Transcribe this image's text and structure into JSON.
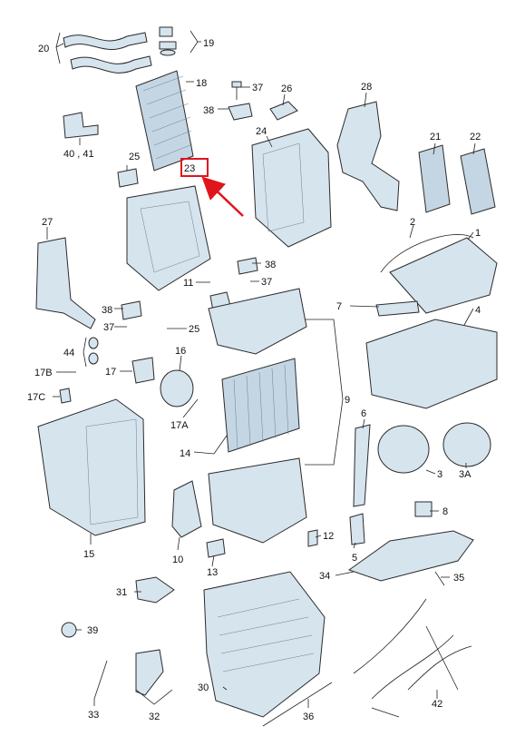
{
  "diagram": {
    "highlight_color": "#e0151b",
    "part_color": "#d6e4ee",
    "callouts": {
      "c1": "1",
      "c2": "2",
      "c3": "3",
      "c3a": "3A",
      "c4": "4",
      "c5": "5",
      "c6": "6",
      "c7": "7",
      "c8": "8",
      "c9": "9",
      "c10": "10",
      "c11": "11",
      "c12": "12",
      "c13": "13",
      "c14": "14",
      "c15": "15",
      "c16": "16",
      "c17": "17",
      "c17a": "17A",
      "c17b": "17B",
      "c17c": "17C",
      "c18": "18",
      "c19": "19",
      "c20": "20",
      "c21": "21",
      "c22": "22",
      "c23": "23",
      "c24": "24",
      "c25a": "25",
      "c25b": "25",
      "c26": "26",
      "c27": "27",
      "c28": "28",
      "c30": "30",
      "c31": "31",
      "c32": "32",
      "c33": "33",
      "c34": "34",
      "c35": "35",
      "c36": "36",
      "c37a": "37",
      "c37b": "37",
      "c37c": "37",
      "c38a": "38",
      "c38b": "38",
      "c38c": "38",
      "c39": "39",
      "c4041": "40 , 41",
      "c42": "42",
      "c44": "44"
    }
  }
}
